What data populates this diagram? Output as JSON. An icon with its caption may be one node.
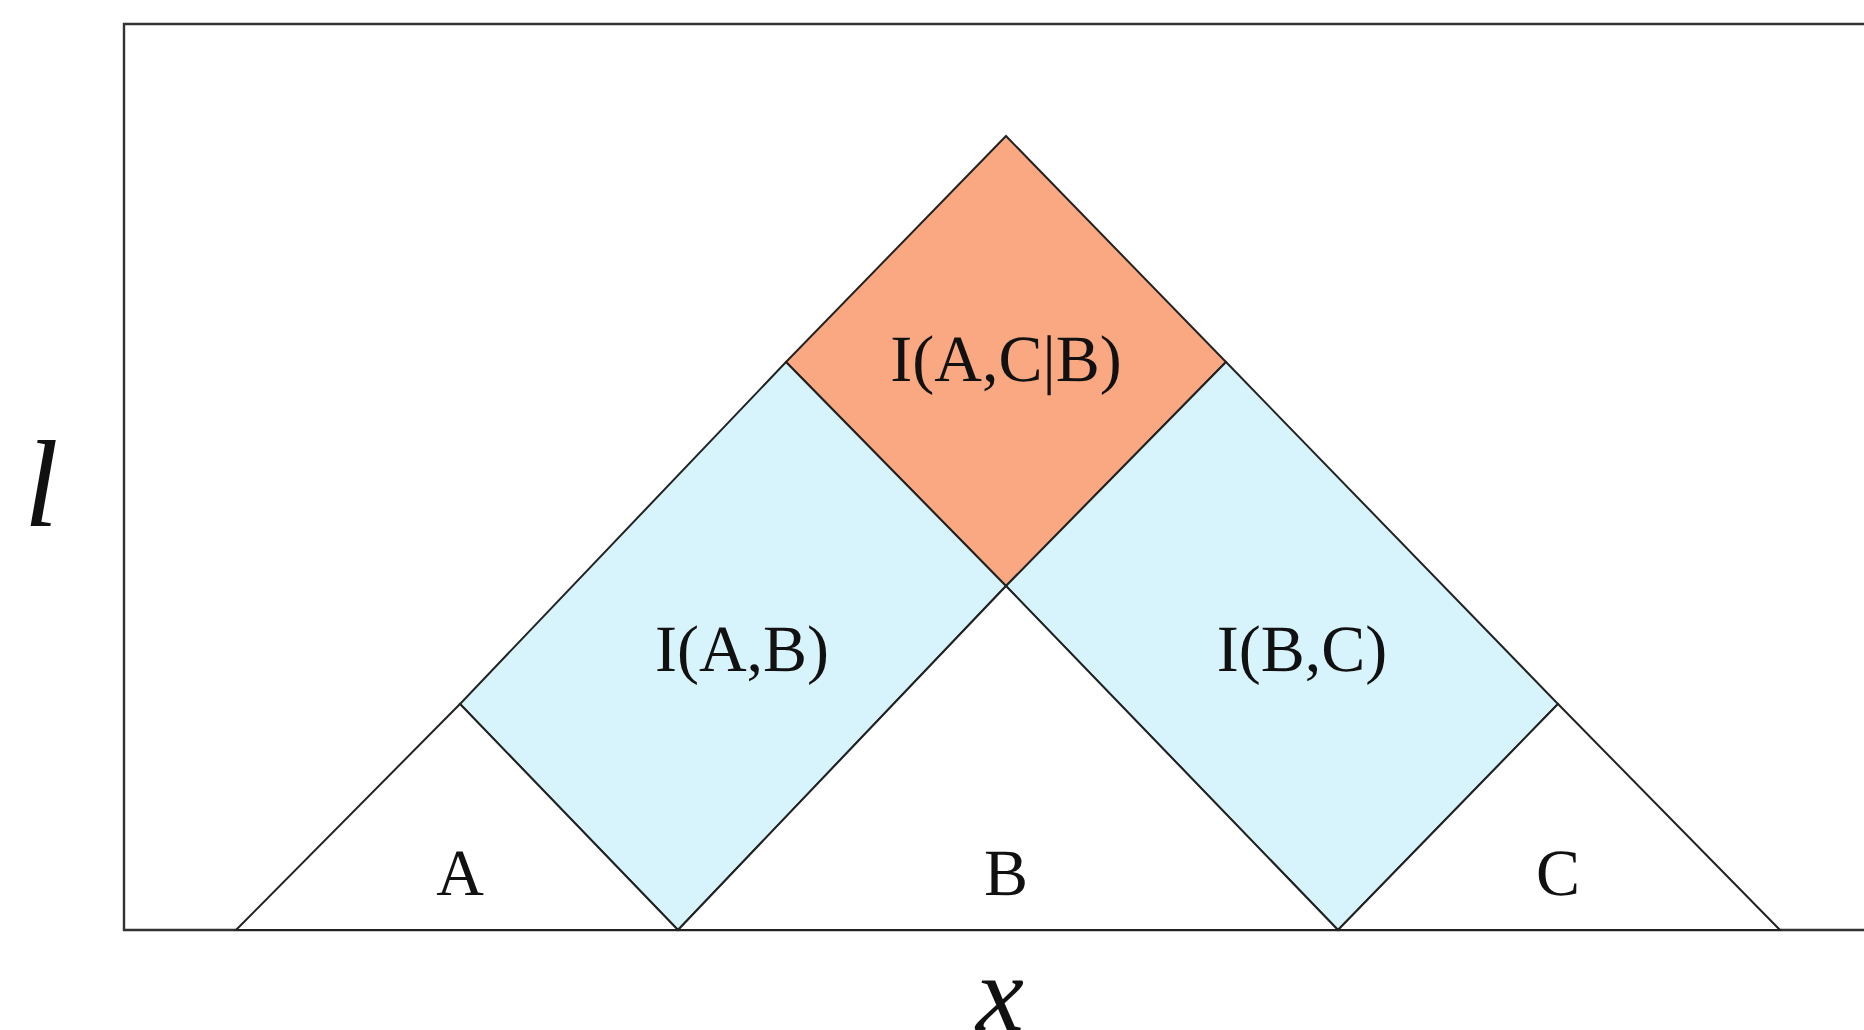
{
  "diagram": {
    "nodes": [
      {
        "text": [
          "I(A,C|B)"
        ]
      },
      {
        "text": [
          "I(A,B)"
        ]
      },
      {
        "text": [
          "I(B,C)"
        ]
      },
      {
        "text": [
          "A"
        ]
      },
      {
        "text": [
          "B"
        ]
      },
      {
        "text": [
          "C"
        ]
      }
    ],
    "labels": [
      "l",
      "x"
    ]
  }
}
